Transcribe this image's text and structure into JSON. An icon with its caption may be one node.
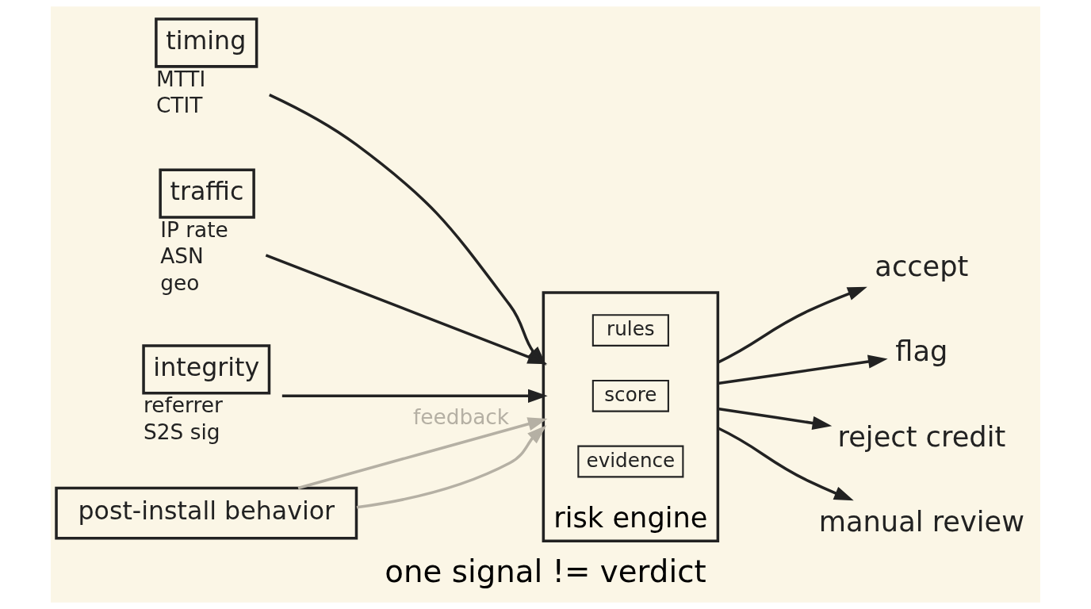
{
  "diagram": {
    "caption": "one signal != verdict",
    "nodes": [
      {
        "text": [
          "timing"
        ],
        "beside": [
          "MTTI",
          "CTIT"
        ]
      },
      {
        "text": [
          "traffic"
        ],
        "beside": [
          "IP rate",
          "ASN",
          "geo"
        ]
      },
      {
        "text": [
          "integrity"
        ],
        "beside": [
          "referrer",
          "S2S sig"
        ]
      },
      {
        "text": [
          "risk engine"
        ]
      },
      {
        "text": [
          "rules"
        ],
        "in": 3
      },
      {
        "text": [
          "score"
        ],
        "in": 3
      },
      {
        "text": [
          "evidence"
        ],
        "in": 3
      },
      {
        "text": [
          "accept"
        ]
      },
      {
        "text": [
          "flag"
        ]
      },
      {
        "text": [
          "reject credit"
        ]
      },
      {
        "text": [
          "manual review"
        ]
      },
      {
        "text": [
          "post-install behavior"
        ]
      }
    ],
    "edges": [
      {
        "from": 0,
        "to": 3,
        "arrow": "to"
      },
      {
        "from": 1,
        "to": 3,
        "arrow": "to"
      },
      {
        "from": 2,
        "to": 3,
        "arrow": "to"
      },
      {
        "from": 3,
        "to": 7,
        "arrow": "to"
      },
      {
        "from": 3,
        "to": 8,
        "arrow": "to"
      },
      {
        "from": 3,
        "to": 9,
        "arrow": "to"
      },
      {
        "from": 3,
        "to": 10,
        "arrow": "to"
      },
      {
        "from": 11,
        "to": 3,
        "arrow": "to",
        "label": "feedback",
        "color": "#b5b0a4"
      },
      {
        "from": 11,
        "to": 3,
        "arrow": "to",
        "color": "#b5b0a4"
      }
    ]
  }
}
